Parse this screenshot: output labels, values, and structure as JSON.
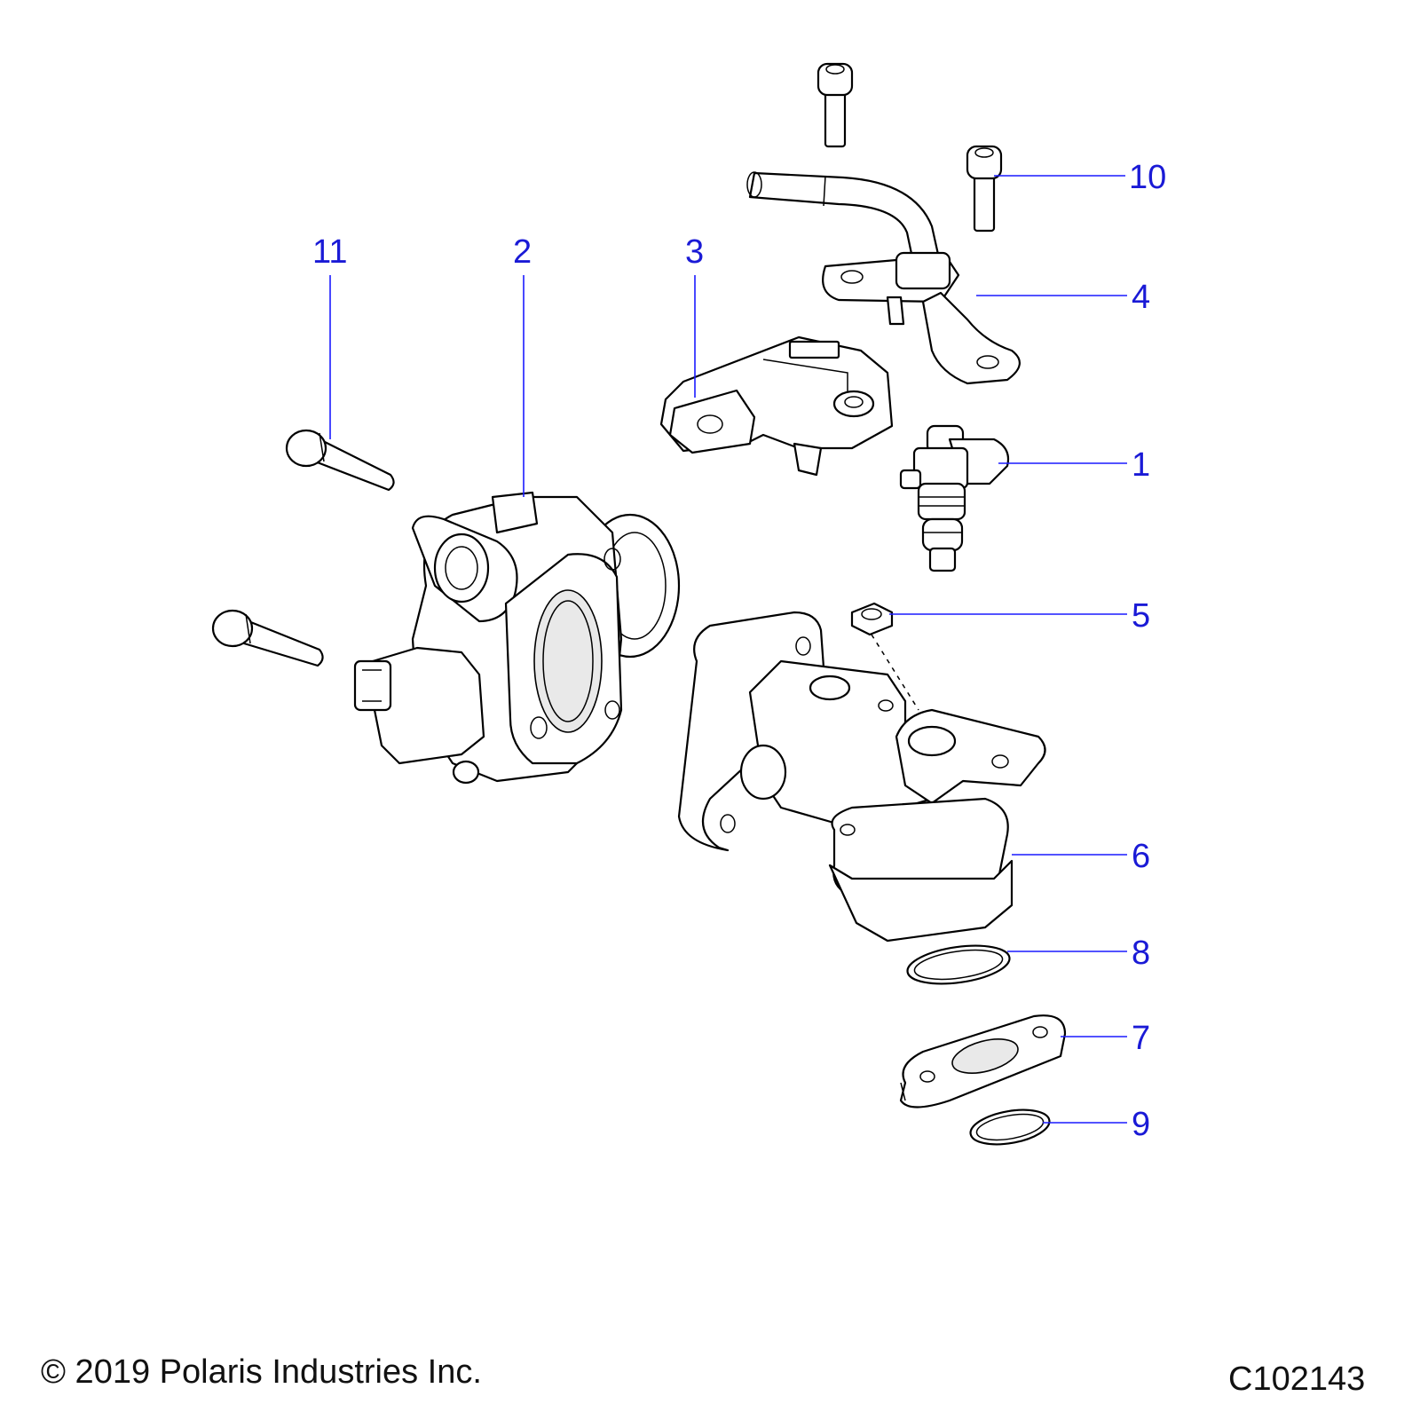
{
  "callouts": {
    "c1": "1",
    "c2": "2",
    "c3": "3",
    "c4": "4",
    "c5": "5",
    "c6": "6",
    "c7": "7",
    "c8": "8",
    "c9": "9",
    "c10": "10",
    "c11": "11"
  },
  "footer": {
    "copyright": "© 2019 Polaris Industries Inc.",
    "drawing_id": "C102143"
  },
  "colors": {
    "callout": "#1a1ad6",
    "leader": "#1a1aff",
    "line": "#000000"
  }
}
